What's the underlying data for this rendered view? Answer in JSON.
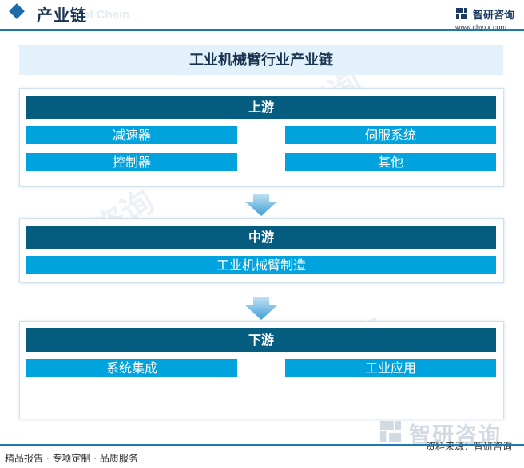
{
  "header": {
    "title": "产业链",
    "ghost_text": "al Chain"
  },
  "brand": {
    "name": "智研咨询",
    "url": "www.chyxx.com"
  },
  "diagram": {
    "title": "工业机械臂行业产业链",
    "stages": [
      {
        "label": "上游",
        "items": [
          "减速器",
          "伺服系统",
          "控制器",
          "其他"
        ]
      },
      {
        "label": "中游",
        "items": [
          "工业机械臂制造"
        ]
      },
      {
        "label": "下游",
        "items": [
          "系统集成",
          "工业应用"
        ]
      }
    ]
  },
  "footer": {
    "services": "精品报告 · 专项定制 · 品质服务",
    "source": "资料来源：智研咨询",
    "brand_name": "智研咨询"
  },
  "colors": {
    "stage_header": "#075d80",
    "item_fill": "#00a3de",
    "title_bg": "#e3f1fa",
    "accent_line": "#1e78b4"
  }
}
